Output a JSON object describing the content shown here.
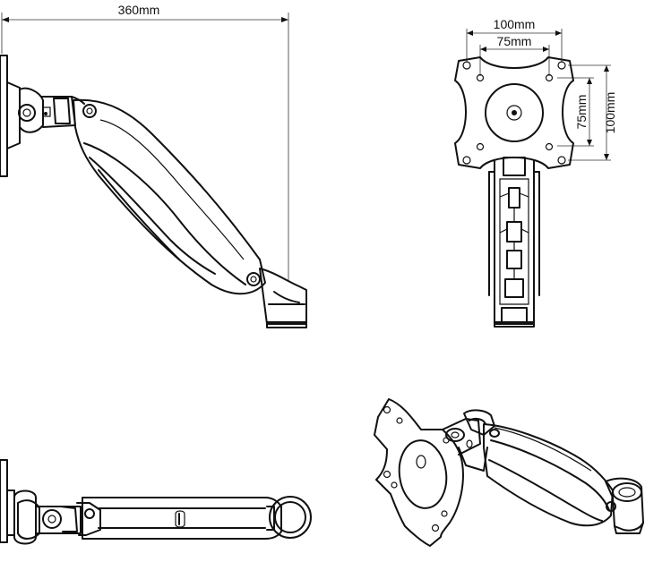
{
  "dimensions": {
    "arm_reach": "360mm",
    "vesa_outer_horizontal": "100mm",
    "vesa_inner_horizontal": "75mm",
    "vesa_inner_vertical": "75mm",
    "vesa_outer_vertical": "100mm"
  },
  "colors": {
    "line": "#111111",
    "background": "#ffffff"
  }
}
